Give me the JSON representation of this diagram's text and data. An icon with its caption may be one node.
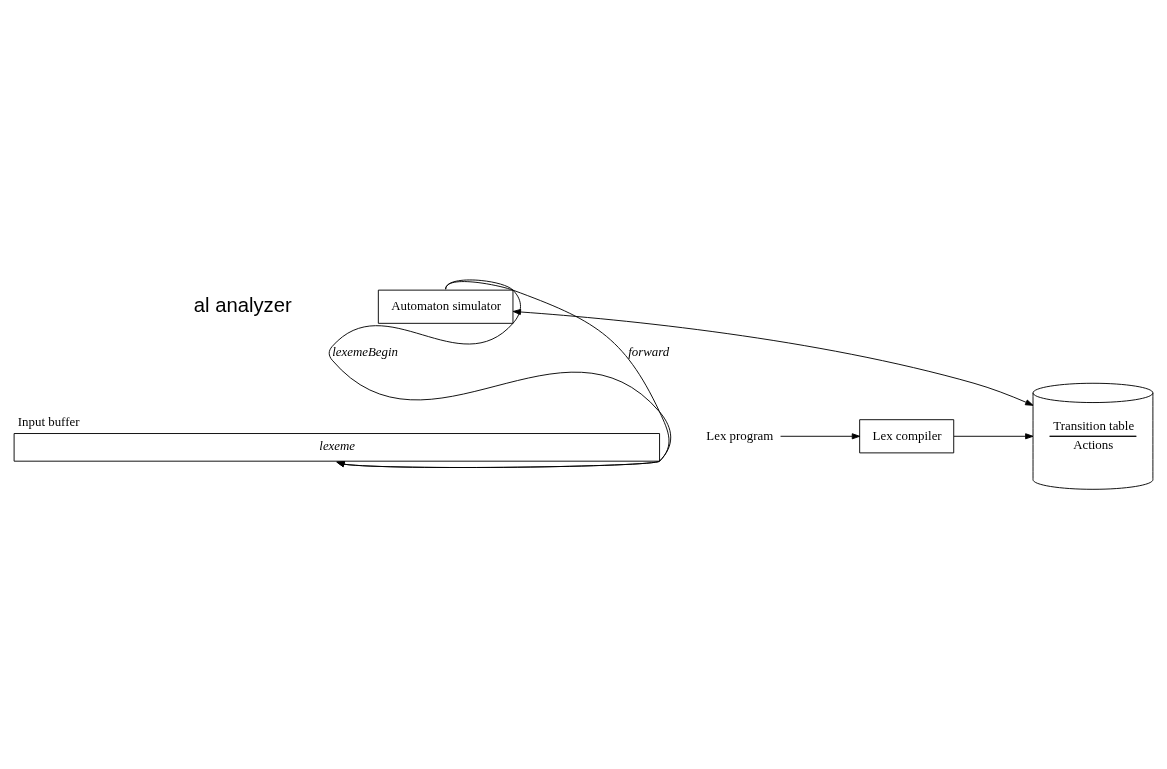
{
  "diagram": {
    "nodes": [
      {
        "text": [
          "Input buffer",
          "lexeme"
        ]
      },
      {
        "text": [
          "Automaton simulator"
        ]
      },
      {
        "text": [
          "Transition table",
          "Actions"
        ]
      },
      {
        "text": [
          "Lex compiler"
        ]
      },
      {
        "text": [
          "Lex program"
        ]
      }
    ],
    "edges": [
      {
        "from": 1,
        "to": 0,
        "arrow": "to",
        "label": "lexemeBegin"
      },
      {
        "from": 1,
        "to": 0,
        "arrow": "to",
        "label": "forward"
      },
      {
        "from": 1,
        "to": 2,
        "arrow": "both"
      },
      {
        "from": 4,
        "to": 3,
        "arrow": "to"
      },
      {
        "from": 3,
        "to": 2,
        "arrow": "to"
      }
    ],
    "labels": [
      "al analyzer"
    ]
  }
}
